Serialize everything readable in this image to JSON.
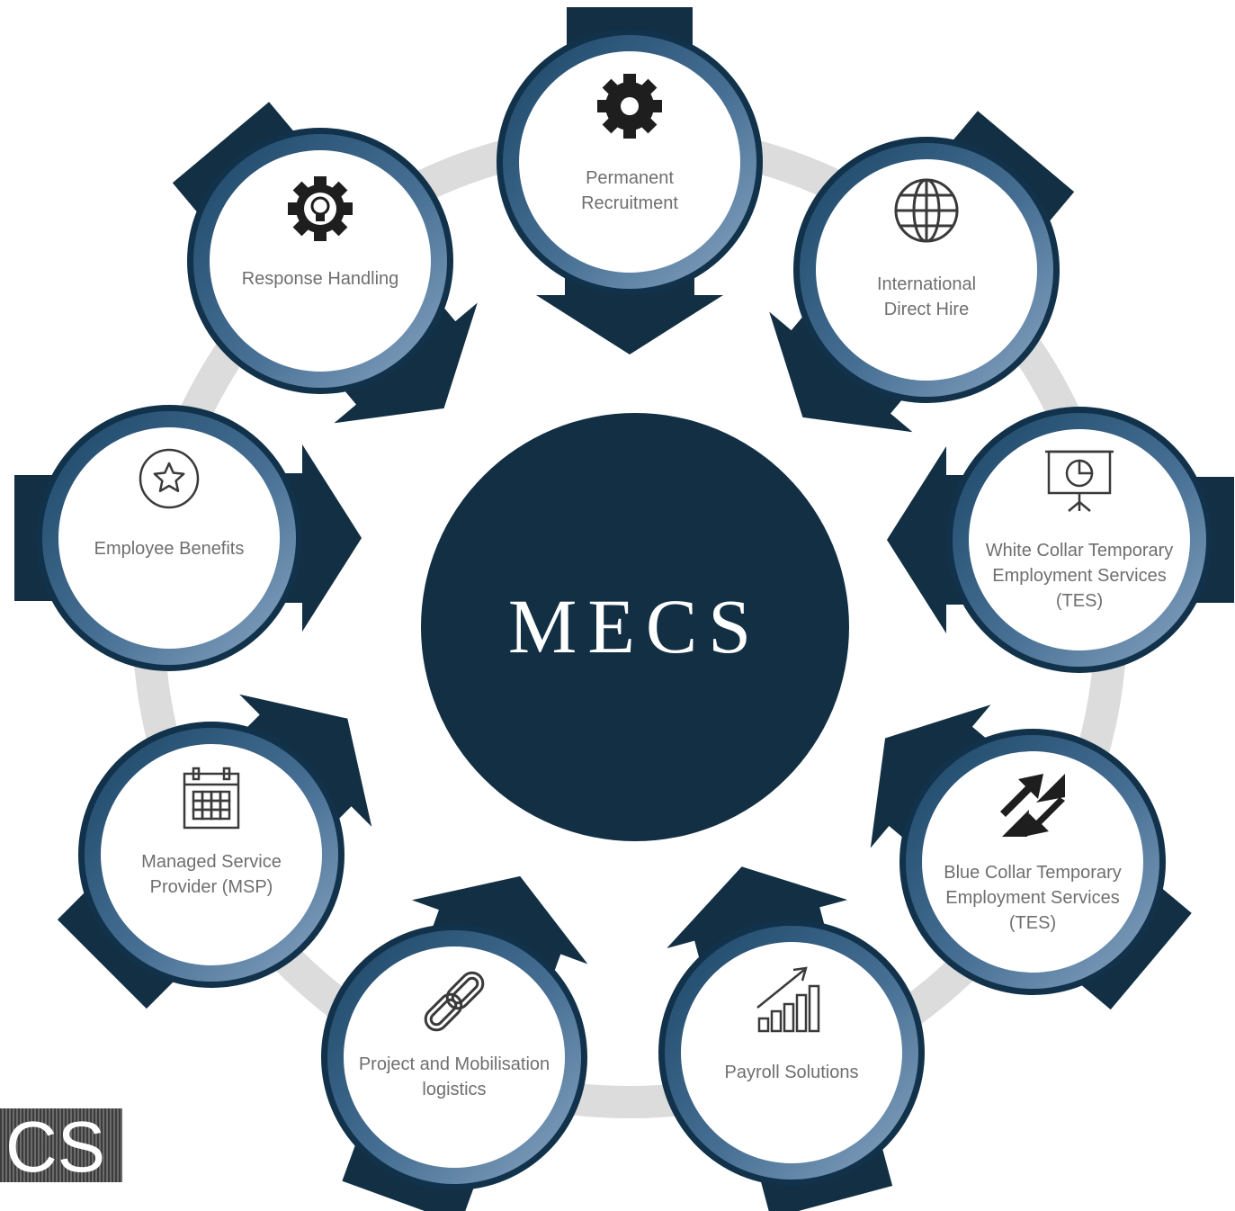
{
  "center": {
    "label": "MECS"
  },
  "logo": {
    "text": "CS"
  },
  "colors": {
    "navy": "#122f44",
    "ring_dark": "#1d4a6a",
    "ring_light": "#7b97b5",
    "connector": "#dcdcdc",
    "label": "#6f6f6f"
  },
  "nodes": [
    {
      "id": "permanent-recruitment",
      "icon": "gear-icon",
      "lines": [
        "Permanent",
        "Recruitment"
      ]
    },
    {
      "id": "international-direct-hire",
      "icon": "globe-icon",
      "lines": [
        "International",
        "Direct Hire"
      ]
    },
    {
      "id": "white-collar-tes",
      "icon": "presentation-board-icon",
      "lines": [
        "White Collar Temporary",
        "Employment Services",
        "(TES)"
      ]
    },
    {
      "id": "blue-collar-tes",
      "icon": "expand-arrows-icon",
      "lines": [
        "Blue Collar Temporary",
        "Employment Services",
        "(TES)"
      ]
    },
    {
      "id": "payroll-solutions",
      "icon": "bar-chart-growth-icon",
      "lines": [
        "Payroll Solutions"
      ]
    },
    {
      "id": "project-mobilisation-logistics",
      "icon": "chain-link-icon",
      "lines": [
        "Project and Mobilisation",
        "logistics"
      ]
    },
    {
      "id": "managed-service-provider",
      "icon": "calendar-icon",
      "lines": [
        "Managed Service",
        "Provider (MSP)"
      ]
    },
    {
      "id": "employee-benefits",
      "icon": "star-badge-icon",
      "lines": [
        "Employee Benefits"
      ]
    },
    {
      "id": "response-handling",
      "icon": "gear-bulb-icon",
      "lines": [
        "Response Handling"
      ]
    }
  ]
}
